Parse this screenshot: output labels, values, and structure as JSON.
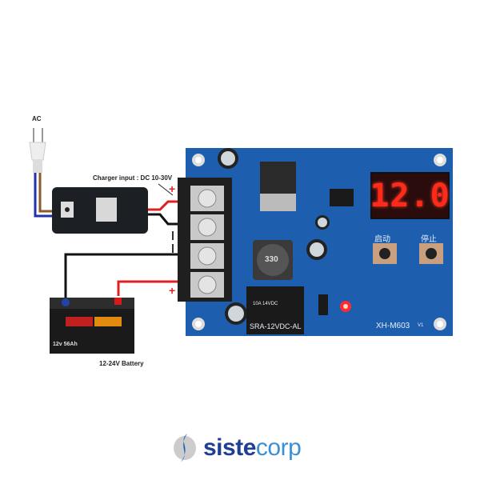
{
  "labels": {
    "ac": "AC",
    "charger_input": "Charger input : DC 10-30V",
    "battery": "12-24V Battery",
    "plus": "+",
    "minus": "-"
  },
  "board": {
    "display_value": "12.0",
    "start_button_label": "启动",
    "stop_button_label": "停止",
    "inductor_label": "330",
    "relay_brand": "SRA",
    "relay_model": "SRA-12VDC-AL",
    "relay_spec": "10A 14VDC",
    "model": "XH-M603",
    "version": "V1"
  },
  "battery_unit": {
    "rating": "12v 56Ah"
  },
  "brand": {
    "name_bold": "siste",
    "name_light": "corp"
  },
  "colors": {
    "pcb": "#1d5fae",
    "wire_red": "#e02020",
    "wire_black": "#111111",
    "display": "#ff2a1a",
    "brand_dark": "#1e3f94",
    "brand_light": "#3a8fd6"
  }
}
